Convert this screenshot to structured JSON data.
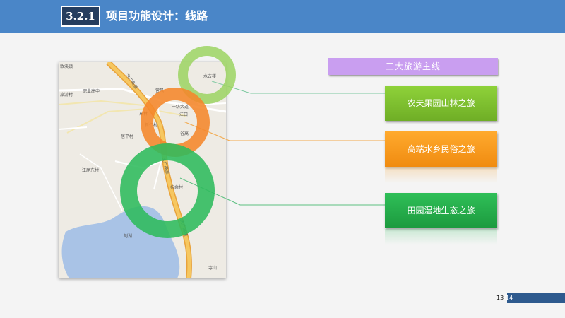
{
  "header": {
    "section_number": "3.2.1",
    "title": "项目功能设计：线路"
  },
  "map": {
    "labels": {
      "tourism": "旅游村",
      "vocational": "职业高中",
      "yunfeng": "营风",
      "expressway_1": "大广高速",
      "expressway_2": "大广高速",
      "expressway_3": "大广高速",
      "shuigu": "水古楼",
      "yiwu": "一纺大道",
      "jiangkou": "江口",
      "xinren": "新仁村",
      "gupu": "谷高",
      "juping": "居平村",
      "jiangwei": "江尾东村",
      "lake": "刘湖",
      "zhuyu": "祝余村",
      "temple": "寺山",
      "donglin": "东林",
      "zhixi": "致溪镇"
    }
  },
  "themes": {
    "header": "三大旅游主线",
    "routes": [
      {
        "label": "农夫果园山林之旅",
        "color": "#7dc232"
      },
      {
        "label": "高端水乡民俗之旅",
        "color": "#f59a1b"
      },
      {
        "label": "田园湿地生态之旅",
        "color": "#27ae4d"
      }
    ]
  },
  "footer": {
    "current_page": "13",
    "total_pages": "/14"
  }
}
